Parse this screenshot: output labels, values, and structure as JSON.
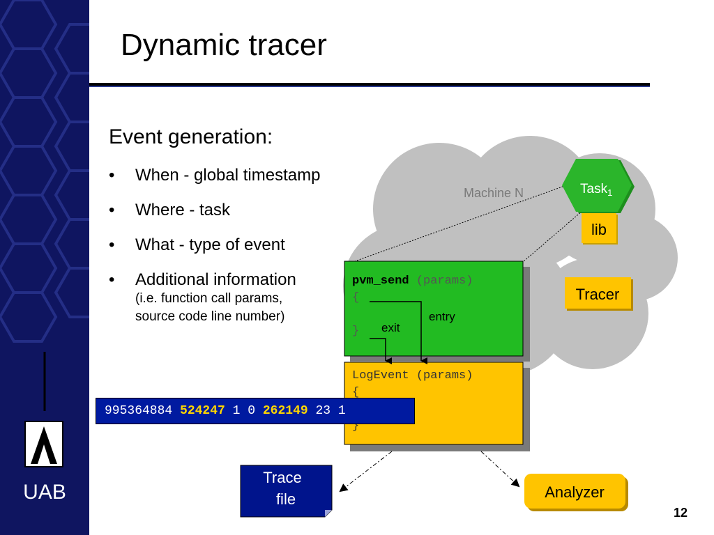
{
  "slide": {
    "title": "Dynamic tracer",
    "heading": "Event generation:",
    "bullets": [
      {
        "text": "When - global timestamp"
      },
      {
        "text": "Where - task"
      },
      {
        "text": "What - type of event"
      },
      {
        "text": "Additional information",
        "sub1": "(i.e. function call params,",
        "sub2": "source code line number)"
      }
    ],
    "page_number": "12"
  },
  "sidebar": {
    "logo_text": "UAB"
  },
  "diagram": {
    "machine_label": "Machine N",
    "task_label": "Task",
    "task_subscript": "1",
    "lib_label": "lib",
    "tracer_label": "Tracer",
    "pvm_code": {
      "func": "pvm_send",
      "params": " (params)",
      "open": "{",
      "close": "}"
    },
    "entry_label": "entry",
    "exit_label": "exit",
    "log_code": {
      "line1": "LogEvent (params)",
      "open": "{",
      "close": "}"
    },
    "event_record": {
      "p1": "995364884 ",
      "h1": "524247",
      "p2": " 1 0 ",
      "h2": "262149",
      "p3": " 23 1"
    },
    "trace_file_line1": "Trace",
    "trace_file_line2": "file",
    "analyzer_label": "Analyzer"
  },
  "colors": {
    "sidebar": "#0f1560",
    "green_box": "#22bb22",
    "yellow_box": "#ffc400",
    "navy_box": "#00148c",
    "cloud": "#c0c0c0"
  }
}
